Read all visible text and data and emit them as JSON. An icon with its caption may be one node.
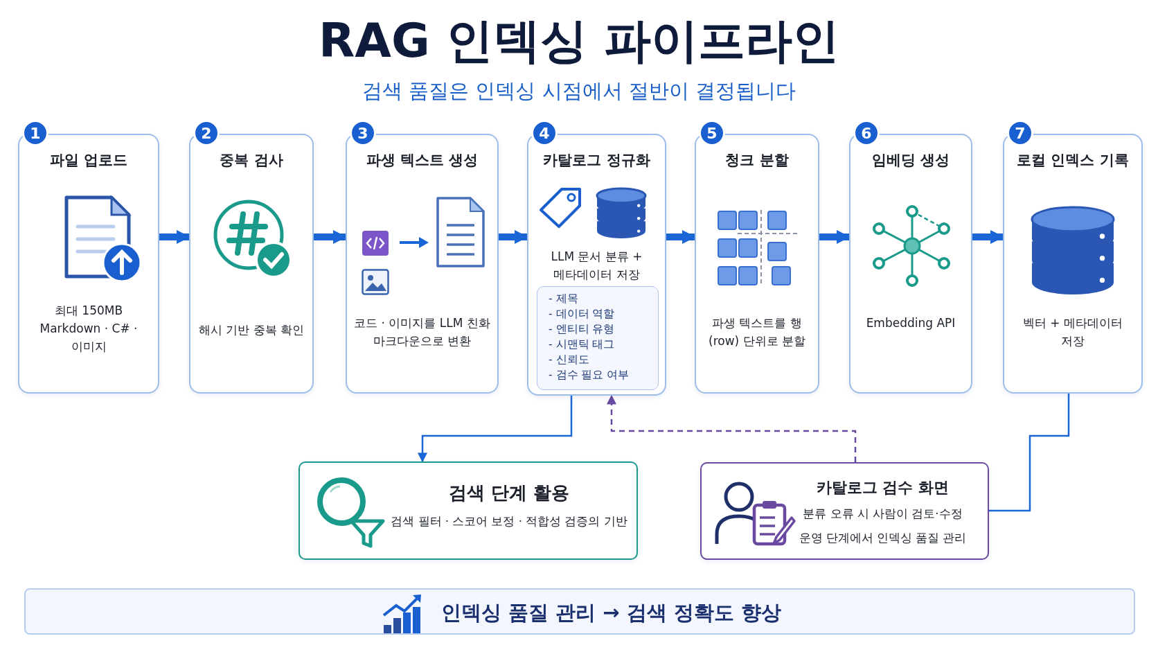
{
  "diagram": {
    "title": "RAG 인덱싱 파이프라인",
    "nodes": [
      {
        "text": [
          "파일 업로드",
          "최대 150MB Markdown · C# · 이미지"
        ],
        "beside": [
          "1"
        ]
      },
      {
        "text": [
          "중복 검사",
          "해시 기반 중복 확인"
        ],
        "beside": [
          "2"
        ]
      },
      {
        "text": [
          "파생 텍스트 생성",
          "코드 · 이미지를 LLM 친화 마크다운으로 변환"
        ],
        "beside": [
          "3"
        ]
      },
      {
        "text": [
          "카탈로그 정규화",
          "LLM 문서 분류 + 메타데이터 저장"
        ],
        "beside": [
          "4"
        ]
      },
      {
        "text": [
          "- 제목",
          "- 데이터 역할",
          "- 엔티티 유형",
          "- 시맨틱 태그",
          "- 신뢰도",
          "- 검수 필요 여부"
        ],
        "in": 3
      },
      {
        "text": [
          "청크 분할",
          "파생 텍스트를 행(row) 단위로 분할"
        ],
        "beside": [
          "5"
        ]
      },
      {
        "text": [
          "임베딩 생성",
          "Embedding API"
        ],
        "beside": [
          "6"
        ]
      },
      {
        "text": [
          "로컬 인덱스 기록",
          "벡터 + 메타데이터 저장"
        ],
        "beside": [
          "7"
        ]
      },
      {
        "text": [
          "검색 단계 활용",
          "검색 필터 · 스코어 보정 · 적합성 검증의 기반"
        ]
      },
      {
        "text": [
          "카탈로그 검수 화면",
          "분류 오류 시 사람이 검토·수정",
          "운영 단계에서 인덱싱 품질 관리"
        ]
      },
      {
        "text": [
          "인덱싱 품질 관리 → 검색 정확도 향상"
        ]
      }
    ],
    "edges": [
      {
        "from": 0,
        "to": 1,
        "arrow": "to"
      },
      {
        "from": 1,
        "to": 2,
        "arrow": "to"
      },
      {
        "from": 2,
        "to": 3,
        "arrow": "to"
      },
      {
        "from": 3,
        "to": 5,
        "arrow": "to"
      },
      {
        "from": 5,
        "to": 6,
        "arrow": "to"
      },
      {
        "from": 6,
        "to": 7,
        "arrow": "to"
      },
      {
        "from": 3,
        "to": 8,
        "arrow": "to"
      },
      {
        "from": 9,
        "to": 3,
        "arrow": "to",
        "style": "dashed",
        "color": "#6a4aa0"
      },
      {
        "from": 7,
        "to": 9,
        "arrow": "none"
      }
    ],
    "labels": [
      "검색 품질은 인덱싱 시점에서 절반이 결정됩니다"
    ]
  }
}
